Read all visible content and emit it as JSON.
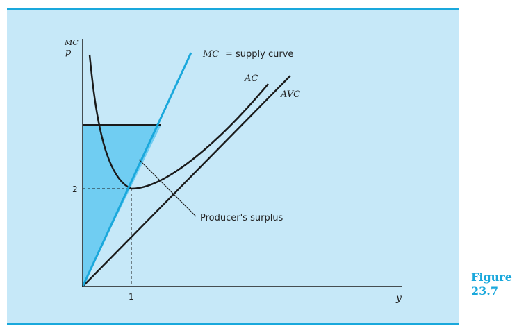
{
  "axes": {
    "y_label_top": "MC",
    "y_label_bottom": "p",
    "x_label": "y",
    "x_tick": "1",
    "y_tick": "2"
  },
  "curves": {
    "mc_label": "MC",
    "mc_suffix": "= supply curve",
    "ac_label": "AC",
    "avc_label": "AVC"
  },
  "annotation": {
    "surplus_label": "Producer's surplus"
  },
  "figure": {
    "word": "Figure",
    "number": "23.7"
  },
  "colors": {
    "panel_bg": "#c6e8f8",
    "rule": "#1aa8dc",
    "mc_line": "#1aa8dc",
    "surplus_fill": "#70cdf2",
    "ink": "#1a1a1a"
  }
}
